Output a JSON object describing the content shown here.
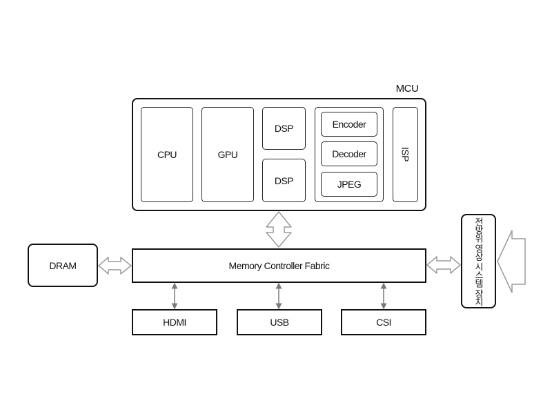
{
  "mcu": {
    "title": "MCU",
    "cpu": "CPU",
    "gpu": "GPU",
    "dsp1": "DSP",
    "dsp2": "DSP",
    "encoder": "Encoder",
    "decoder": "Decoder",
    "jpeg": "JPEG",
    "isp": "ISP"
  },
  "memory": {
    "dram": "DRAM",
    "fabric": "Memory Controller Fabric"
  },
  "peripherals": {
    "hdmi": "HDMI",
    "usb": "USB",
    "csi": "CSI"
  },
  "sensor": {
    "label": "전방위 영상 시스템 장치"
  },
  "colors": {
    "line": "#111111",
    "arrow_stroke": "#9a9a9a",
    "connector": "#7a7a7a"
  }
}
